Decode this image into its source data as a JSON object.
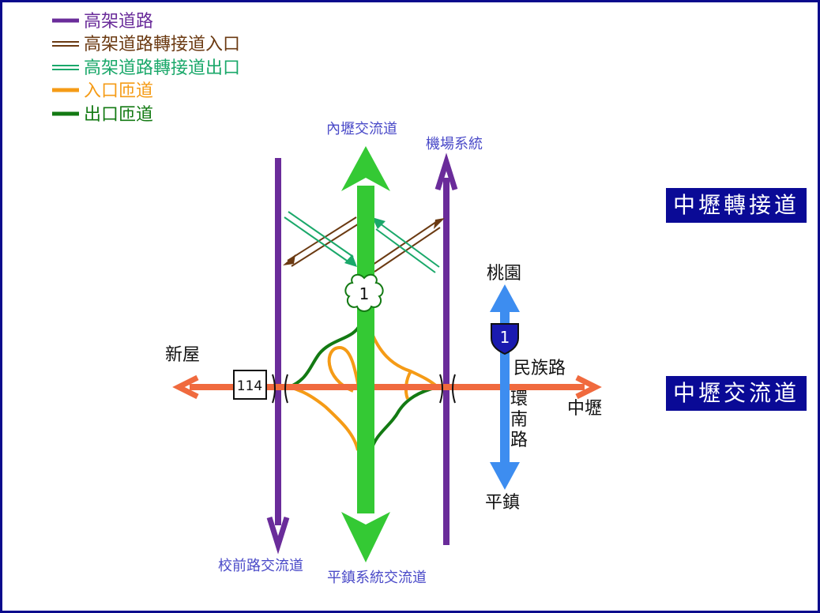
{
  "legend": [
    {
      "label": "高架道路",
      "color": "#6a2c9a",
      "style": "single"
    },
    {
      "label": "高架道路轉接道入口",
      "color": "#6b3a12",
      "style": "double"
    },
    {
      "label": "高架道路轉接道出口",
      "color": "#1aa86a",
      "style": "double"
    },
    {
      "label": "入口匝道",
      "color": "#f59b16",
      "style": "single"
    },
    {
      "label": "出口匝道",
      "color": "#137a13",
      "style": "single"
    }
  ],
  "colors": {
    "freeway": "#34c934",
    "elevated": "#6a2c9a",
    "local_road": "#f06a3e",
    "provincial": "#3d8df0",
    "entry_ramp": "#f59b16",
    "exit_ramp": "#137a13",
    "connector_entry": "#6b3a12",
    "connector_exit": "#1aa86a",
    "sign_bg": "#0a0a96",
    "node_label": "#4a4ac8"
  },
  "directions": {
    "north_freeway": "內壢交流道",
    "north_airport": "機場系統",
    "south_freeway": "平鎮系統交流道",
    "south_elevated": "校前路交流道",
    "west": "新屋",
    "east": "中壢",
    "north_provincial": "桃園",
    "south_provincial": "平鎮"
  },
  "roads": {
    "minzu": "民族路",
    "huannan": [
      "環",
      "南",
      "路"
    ]
  },
  "shields": {
    "freeway": "1",
    "provincial": "1",
    "county": "114"
  },
  "signs": {
    "junction": "中壢轉接道",
    "interchange": "中壢交流道"
  }
}
